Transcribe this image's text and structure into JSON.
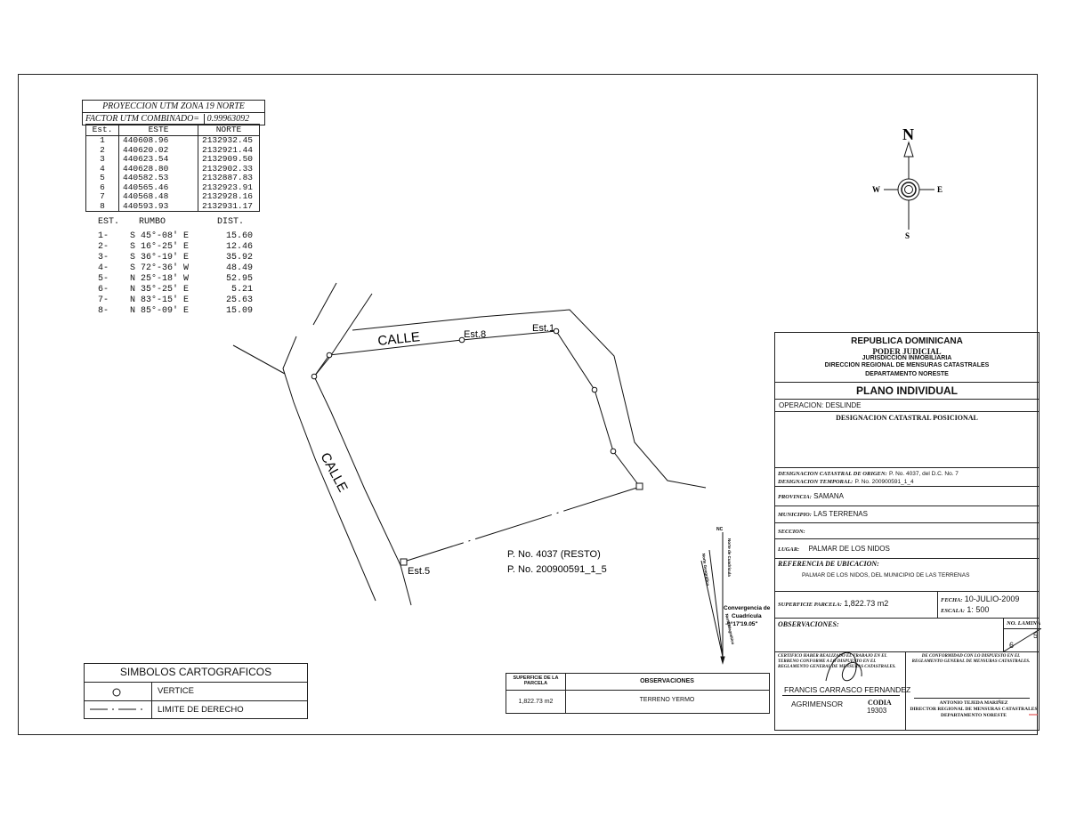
{
  "utm": {
    "projection": "PROYECCION UTM ZONA 19 NORTE",
    "factor_label": "FACTOR UTM COMBINADO=",
    "factor_value": "0.99963092"
  },
  "coordinates": {
    "headers": [
      "Est.",
      "ESTE",
      "NORTE"
    ],
    "rows": [
      [
        "1",
        "440608.96",
        "2132932.45"
      ],
      [
        "2",
        "440620.02",
        "2132921.44"
      ],
      [
        "3",
        "440623.54",
        "2132909.50"
      ],
      [
        "4",
        "440628.80",
        "2132902.33"
      ],
      [
        "5",
        "440582.53",
        "2132887.83"
      ],
      [
        "6",
        "440565.46",
        "2132923.91"
      ],
      [
        "7",
        "440568.48",
        "2132928.16"
      ],
      [
        "8",
        "440593.93",
        "2132931.17"
      ]
    ]
  },
  "bearings": {
    "headers": [
      "EST.",
      "RUMBO",
      "DIST."
    ],
    "rows": [
      [
        "1-",
        "S 45°-08' E",
        "15.60"
      ],
      [
        "2-",
        "S 16°-25' E",
        "12.46"
      ],
      [
        "3-",
        "S 36°-19' E",
        "35.92"
      ],
      [
        "4-",
        "S 72°-36' W",
        "48.49"
      ],
      [
        "5-",
        "N 25°-18' W",
        "52.95"
      ],
      [
        "6-",
        "N 35°-25' E",
        "5.21"
      ],
      [
        "7-",
        "N 83°-15' E",
        "25.63"
      ],
      [
        "8-",
        "N 85°-09' E",
        "15.09"
      ]
    ]
  },
  "compass": {
    "n": "N",
    "s": "S",
    "e": "E",
    "w": "W"
  },
  "map": {
    "street_top": "CALLE",
    "street_left": "CALLE",
    "est1": "Est.1",
    "est5": "Est.5",
    "est8": "Est.8",
    "parcel_line1": "P. No. 4037 (RESTO)",
    "parcel_line2": "P. No. 200900591_1_5",
    "nc": "NC",
    "nc_label": "Norte de Cuadrícula",
    "ng_label": "Norte Geográfico",
    "nm_label": "Norte Magnético",
    "convergence_l1": "Convergencia de",
    "convergence_l2": "Cuadrícula",
    "convergence_l3": "-0°17'19.05\""
  },
  "title_block": {
    "republic": "REPUBLICA DOMINICANA",
    "poder": "PODER JUDICIAL",
    "jurisdiccion": "JURISDICCION INMOBILIARIA",
    "direccion": "DIRECCION REGIONAL DE MENSURAS CATASTRALES",
    "departamento": "DEPARTAMENTO NORESTE",
    "plano": "PLANO INDIVIDUAL",
    "operacion": "OPERACION: DESLINDE",
    "designacion_pos": "DESIGNACION CATASTRAL POSICIONAL",
    "origen_label": "DESIGNACION CATASTRAL DE ORIGEN:",
    "origen_value": "P. No. 4037, del D.C. No. 7",
    "temporal_label": "DESIGNACION TEMPORAL:",
    "temporal_value": "P. No. 200900591_1_4",
    "provincia_label": "PROVINCIA:",
    "provincia_value": "SAMANA",
    "municipio_label": "MUNICIPIO:",
    "municipio_value": "LAS TERRENAS",
    "seccion_label": "SECCION:",
    "lugar_label": "LUGAR:",
    "lugar_value": "PALMAR DE LOS NIDOS",
    "referencia_label": "REFERENCIA DE UBICACION:",
    "referencia_value": "PALMAR DE LOS NIDOS, DEL MUNICIPIO DE LAS TERRENAS",
    "superficie_label": "SUPERFICIE PARCELA:",
    "superficie_value": "1,822.73 m2",
    "fecha_label": "FECHA:",
    "fecha_value": "10-JULIO-2009",
    "escala_label": "ESCALA:",
    "escala_value": "1: 500",
    "observaciones_label": "OBSERVACIONES:",
    "lamina_label": "No. LAMINA",
    "lamina_num": "5",
    "lamina_total": "6",
    "cert_left": "Certifico haber realizado el trabajo en el terreno conforme a lo dispuesto en el Reglamento General de Mensuras Catastrales.",
    "cert_right": "De conformidad con lo dispuesto en el Reglamento General de Mensuras Catastrales.",
    "surveyor_name": "FRANCIS CARRASCO FERNANDEZ",
    "surveyor_title": "AGRIMENSOR",
    "codia_label": "CODIA",
    "codia_value": "19303",
    "director_name": "ANTONIO TEJEDA MARIÑEZ",
    "director_title": "DIRECTOR REGIONAL DE MENSURAS CATASTRALES",
    "director_dept": "DEPARTAMENTO NORESTE"
  },
  "symbols": {
    "title": "SIMBOLOS CARTOGRAFICOS",
    "vertice": "VERTICE",
    "limite": "LIMITE DE DERECHO"
  },
  "observations": {
    "sup_label": "SUPERFICIE DE LA PARCELA",
    "obs_label": "OBSERVACIONES",
    "sup_value": "1,822.73 m2",
    "obs_value": "TERRENO YERMO"
  }
}
